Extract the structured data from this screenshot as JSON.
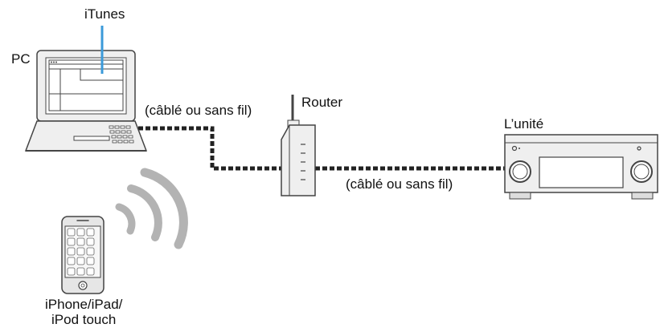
{
  "labels": {
    "itunes": "iTunes",
    "pc": "PC",
    "router": "Router",
    "unit": "L’unité",
    "connection_pc_router": "(câblé ou sans fil)",
    "connection_router_unit": "(câblé ou sans fil)",
    "mobile_line1": "iPhone/iPad/",
    "mobile_line2": "iPod touch"
  },
  "icons": {
    "pc": "laptop-icon",
    "router": "router-icon",
    "unit": "av-receiver-icon",
    "mobile": "smartphone-icon",
    "wireless": "wireless-signal-icon"
  },
  "colors": {
    "device_fill": "#efefef",
    "device_stroke": "#444444",
    "cable": "#222222",
    "itunes_line": "#3b9ad9",
    "wireless_arc": "#b3b3b3"
  }
}
